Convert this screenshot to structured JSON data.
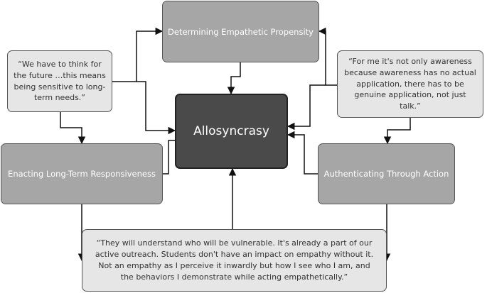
{
  "center": {
    "label": "Allosyncrasy"
  },
  "themes": {
    "determining": "Determining Empathetic Propensity",
    "enacting": "Enacting Long-Term Responsiveness",
    "authenticating": "Authenticating Through Action"
  },
  "quotes": {
    "future": "“We have to think for the future …this means being sensitive to long-term needs.”",
    "awareness": "“For me it's not only awareness because awareness has no actual application, there has to be genuine application, not just talk.”",
    "vulnerable": "“They will understand who will be vulnerable. It's already a part of our active outreach. Students don't have an impact on empathy without it. Not an empathy as I perceive it inwardly but how I see who I am, and the behaviors I demonstrate while acting empathetically.”"
  }
}
